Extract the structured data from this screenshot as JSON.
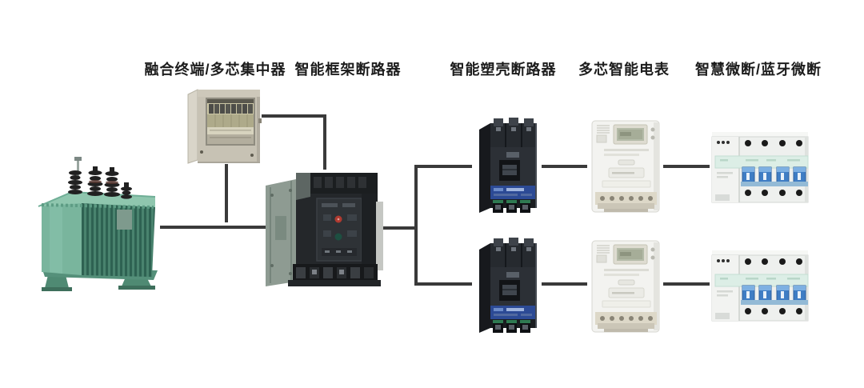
{
  "diagram": {
    "background": "#ffffff",
    "connector_color": "#3a3a3a",
    "labels": {
      "fusion_terminal": "融合终端/多芯集中器",
      "frame_breaker": "智能框架断路器",
      "molded_case_breaker": "智能塑壳断路器",
      "smart_meter": "多芯智能电表",
      "micro_breaker": "智慧微断/蓝牙微断"
    },
    "nodes": [
      {
        "id": "transformer",
        "label": ""
      },
      {
        "id": "fusion-terminal",
        "label": "融合终端/多芯集中器"
      },
      {
        "id": "frame-breaker",
        "label": "智能框架断路器"
      },
      {
        "id": "mccb-top",
        "label": "智能塑壳断路器"
      },
      {
        "id": "meter-top",
        "label": "多芯智能电表"
      },
      {
        "id": "micro-breaker-top",
        "label": "智慧微断/蓝牙微断"
      },
      {
        "id": "mccb-bottom",
        "label": "智能塑壳断路器"
      },
      {
        "id": "meter-bottom",
        "label": "多芯智能电表"
      },
      {
        "id": "micro-breaker-bottom",
        "label": "智慧微断/蓝牙微断"
      }
    ],
    "connections": [
      {
        "from": "transformer",
        "to": "frame-breaker"
      },
      {
        "from": "fusion-terminal",
        "to": "transformer"
      },
      {
        "from": "fusion-terminal",
        "to": "frame-breaker"
      },
      {
        "from": "frame-breaker",
        "to": "mccb-top"
      },
      {
        "from": "frame-breaker",
        "to": "mccb-bottom"
      },
      {
        "from": "mccb-top",
        "to": "meter-top"
      },
      {
        "from": "meter-top",
        "to": "micro-breaker-top"
      },
      {
        "from": "mccb-bottom",
        "to": "meter-bottom"
      },
      {
        "from": "meter-bottom",
        "to": "micro-breaker-bottom"
      }
    ],
    "colors": {
      "transformer_green": "#79b59d",
      "transformer_fin_dark": "#2e6252",
      "cabinet_beige": "#c7c2b4",
      "acb_dark": "#24272a",
      "mccb_dark": "#2c3036",
      "mccb_label_blue": "#2c4a95",
      "meter_white": "#f3f3f0",
      "micro_body_white": "#eef0ee",
      "micro_toggle_blue": "#3f7dc4",
      "mint_band": "#dceee6"
    }
  }
}
